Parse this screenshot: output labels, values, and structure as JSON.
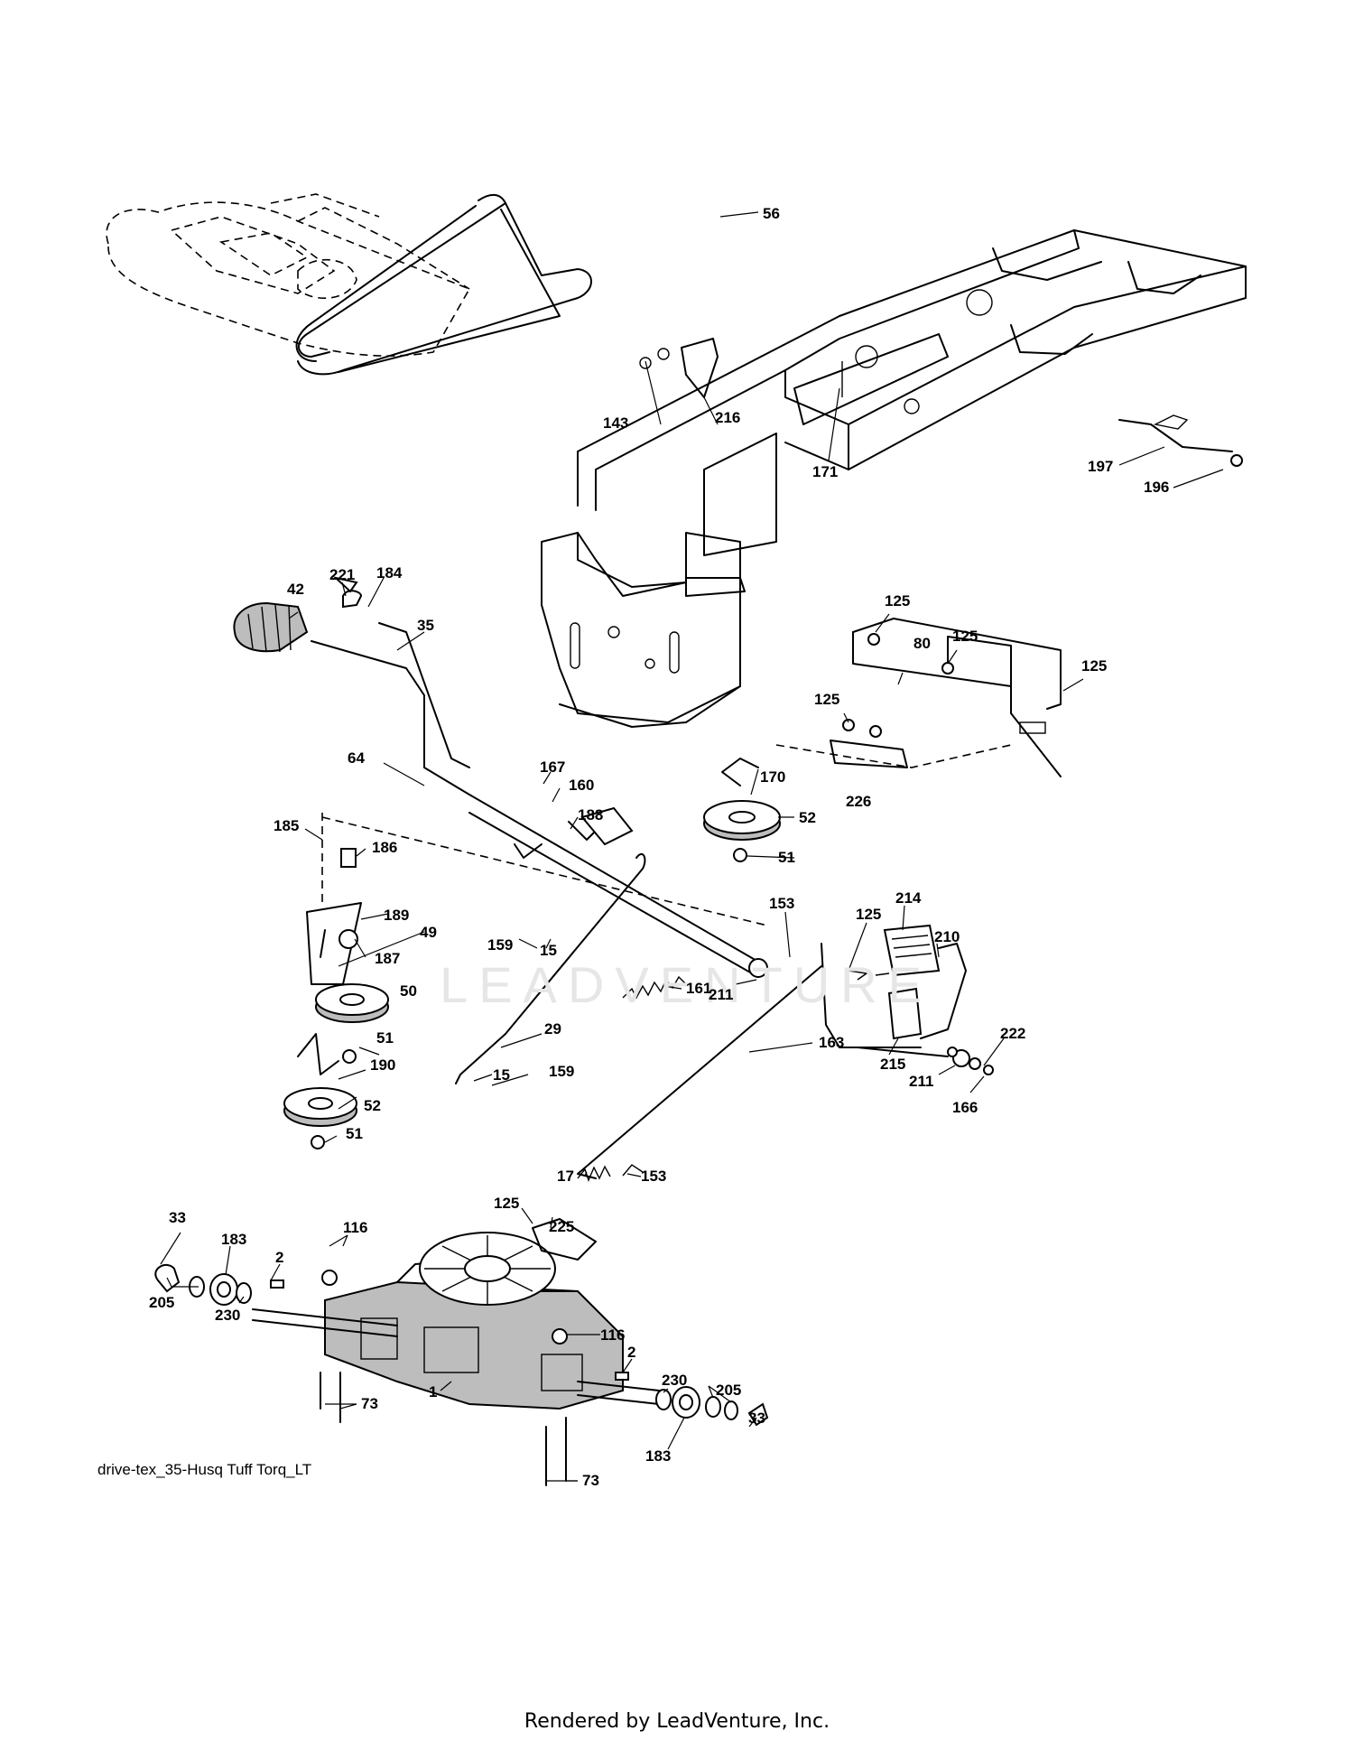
{
  "diagram": {
    "caption": "drive-tex_35-Husq Tuff Torq_LT",
    "footer": "Rendered by LeadVenture, Inc.",
    "watermark": "LEADVENTURE",
    "labels": [
      "56",
      "143",
      "216",
      "171",
      "197",
      "196",
      "221",
      "184",
      "42",
      "35",
      "125",
      "80",
      "125",
      "125",
      "125",
      "226",
      "64",
      "167",
      "160",
      "188",
      "170",
      "52",
      "51",
      "185",
      "186",
      "189",
      "49",
      "187",
      "159",
      "15",
      "153",
      "125",
      "214",
      "210",
      "161",
      "211",
      "50",
      "51",
      "190",
      "52",
      "51",
      "29",
      "15",
      "159",
      "163",
      "215",
      "211",
      "222",
      "166",
      "17",
      "153",
      "33",
      "205",
      "183",
      "230",
      "2",
      "116",
      "125",
      "225",
      "116",
      "2",
      "1",
      "73",
      "230",
      "205",
      "33",
      "183",
      "73"
    ]
  }
}
